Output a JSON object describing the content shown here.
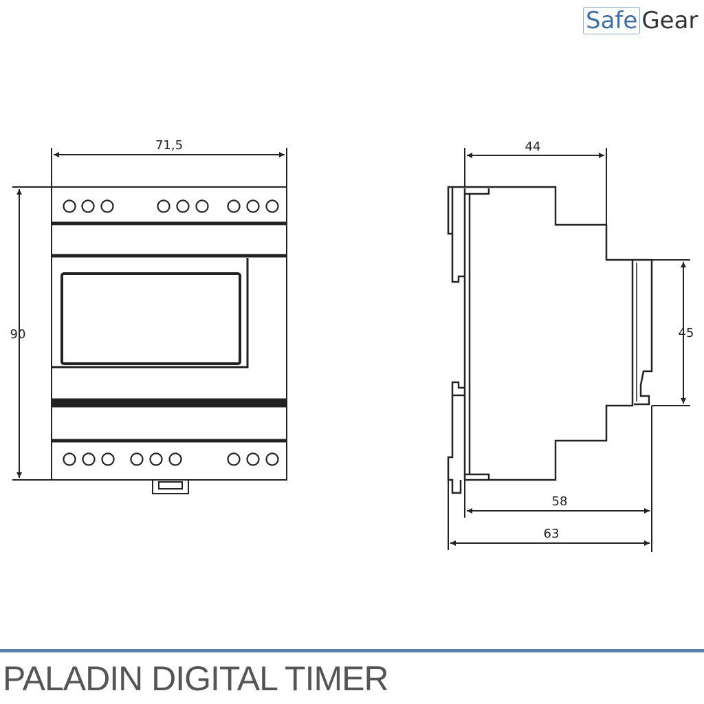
{
  "brand": {
    "part1": "Safe",
    "part2": "Gear"
  },
  "dimensions": {
    "front_width": "71,5",
    "front_height": "90",
    "side_depth_top": "44",
    "side_rail": "45",
    "side_depth_58": "58",
    "side_depth_63": "63"
  },
  "title": "PALADIN DIGITAL TIMER",
  "colors": {
    "accent_blue": "#5b82aa",
    "logo_blue": "#3f6fa6",
    "line": "#222222",
    "title_gray": "#555555"
  }
}
